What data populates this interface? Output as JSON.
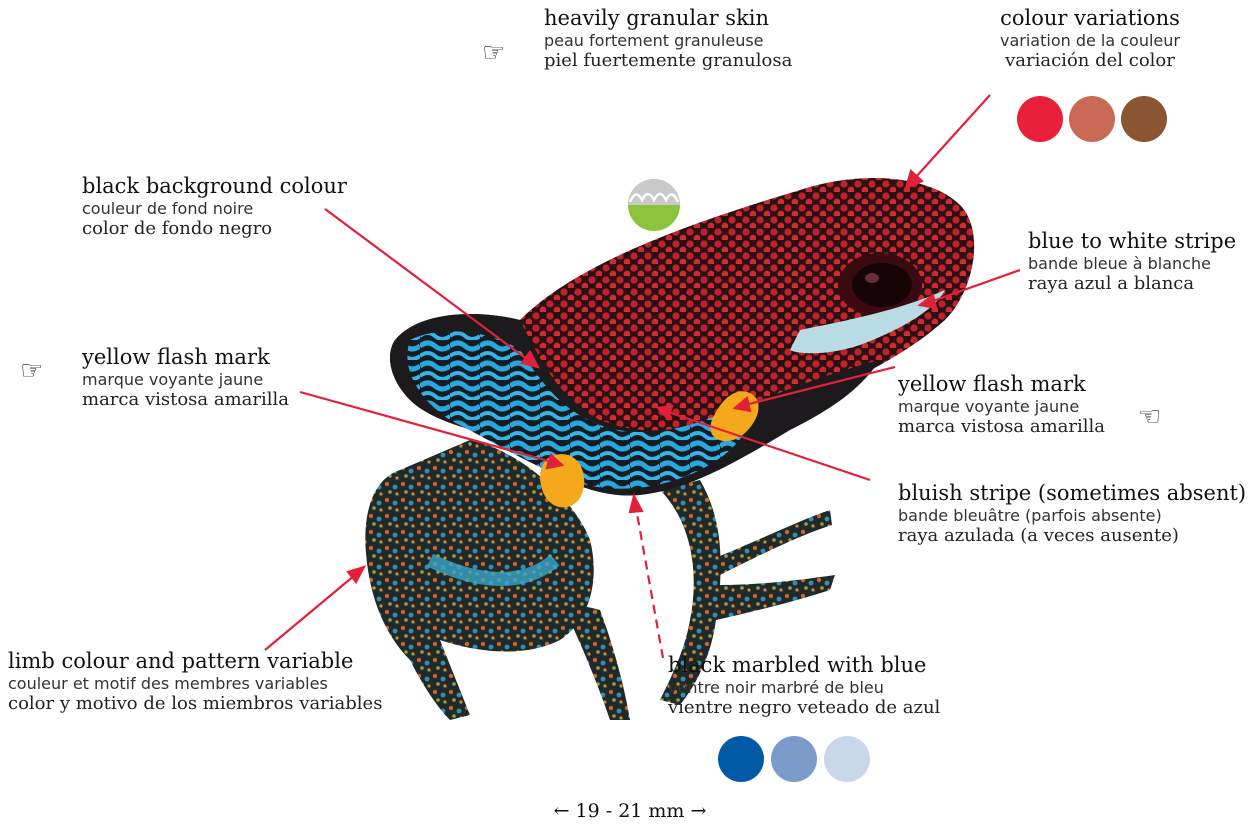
{
  "labels": {
    "granular_skin": {
      "en": "heavily granular skin",
      "fr": "peau fortement granuleuse",
      "es": "piel fuertemente granulosa"
    },
    "colour_variations": {
      "en": "colour variations",
      "fr": "variation de la couleur",
      "es": "variación del color"
    },
    "background_colour": {
      "en": "black background colour",
      "fr": "couleur de fond noire",
      "es": "color de fondo negro"
    },
    "blue_white_stripe": {
      "en": "blue to white stripe",
      "fr": "bande bleue à blanche",
      "es": "raya azul a blanca"
    },
    "flash_mark_left": {
      "en": "yellow flash mark",
      "fr": "marque voyante jaune",
      "es": "marca vistosa amarilla"
    },
    "flash_mark_right": {
      "en": "yellow flash mark",
      "fr": "marque voyante jaune",
      "es": "marca vistosa amarilla"
    },
    "bluish_stripe": {
      "en": "bluish stripe (sometimes absent)",
      "fr": "bande bleuâtre (parfois absente)",
      "es": "raya azulada (a veces ausente)"
    },
    "limb_colour": {
      "en": "limb colour and pattern variable",
      "fr": "couleur et motif des membres variables",
      "es": "color y motivo de los miembros variables"
    },
    "belly": {
      "en": "black marbled with blue",
      "fr": "ventre noir marbré de bleu",
      "es": "vientre negro veteado de azul"
    }
  },
  "dorsal_colours": [
    "#e8203a",
    "#c86a55",
    "#8b5532"
  ],
  "ventral_colours": [
    "#005aa6",
    "#7b9bcb",
    "#c8d7ea"
  ],
  "scale_text": "← 19 - 21 mm →",
  "arrow_colour": "#e3203a",
  "icons": [
    "pointing-hand-icon",
    "skin-texture-icon"
  ]
}
